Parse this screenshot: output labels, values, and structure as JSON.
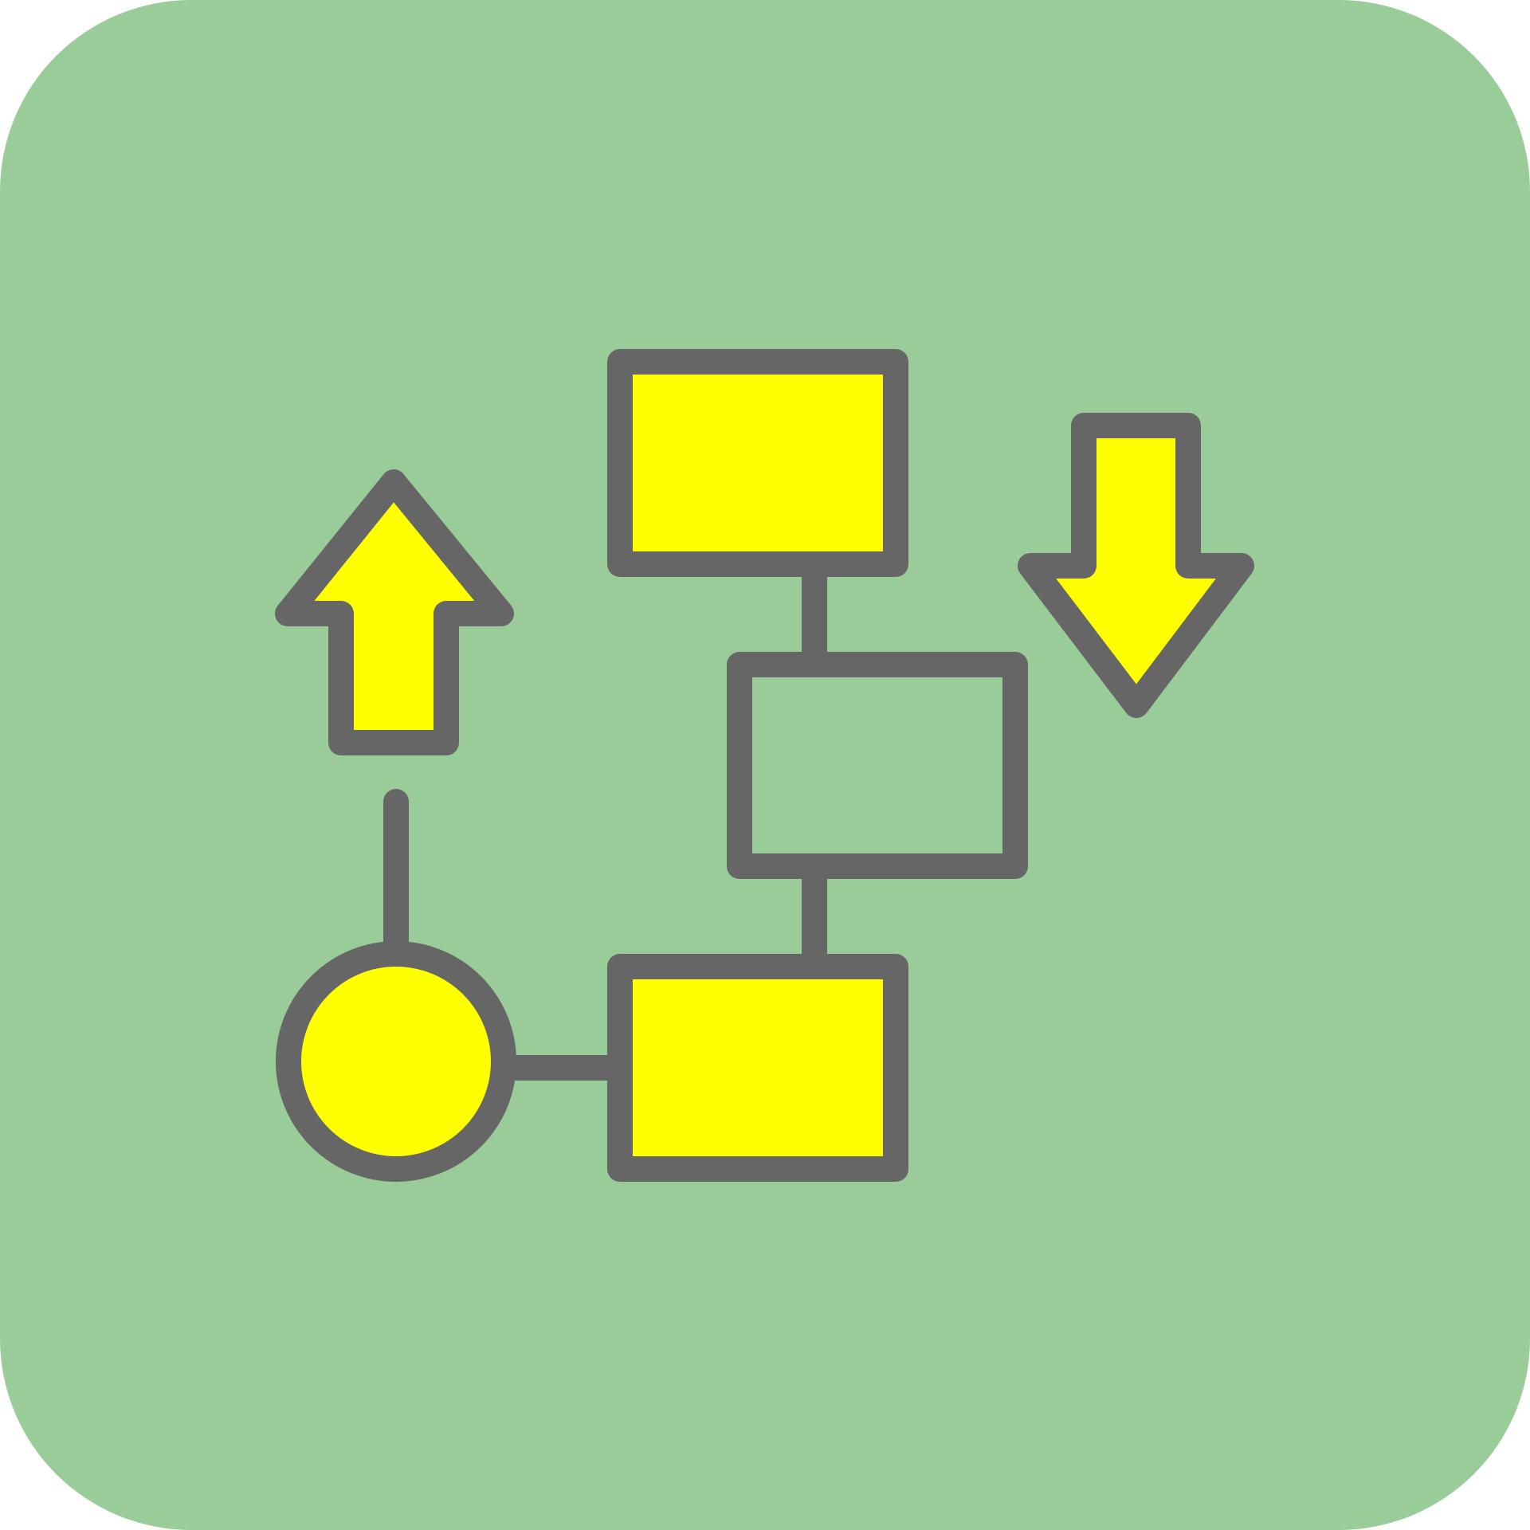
{
  "icon": {
    "name": "flowchart-icon",
    "background_color": "#99cc99",
    "fill_color": "#ffff00",
    "stroke_color": "#666666",
    "elements": [
      "up-arrow",
      "down-arrow",
      "top-process-box",
      "middle-process-box",
      "bottom-process-box",
      "start-circle",
      "connector-lines"
    ]
  }
}
